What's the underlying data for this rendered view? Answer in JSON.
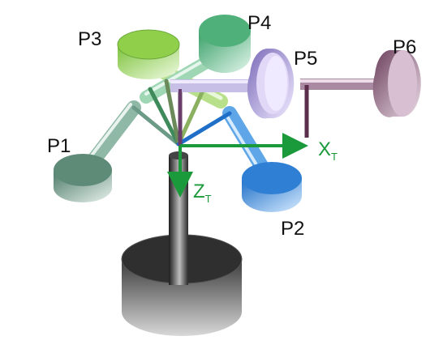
{
  "labels": {
    "p1": "P1",
    "p2": "P2",
    "p3": "P3",
    "p4": "P4",
    "p5": "P5",
    "p6": "P6"
  },
  "axes": {
    "x_main": "X",
    "x_sub": "T",
    "z_main": "Z",
    "z_sub": "T"
  },
  "colors": {
    "p1": "#5e8a78",
    "p2": "#2f7fd4",
    "p3": "#8fcf4a",
    "p4": "#4fb07a",
    "p5": "#8f7fc6",
    "p6": "#7a4e6a",
    "axis": "#1a9a3a",
    "base": "#2a2a2a"
  }
}
